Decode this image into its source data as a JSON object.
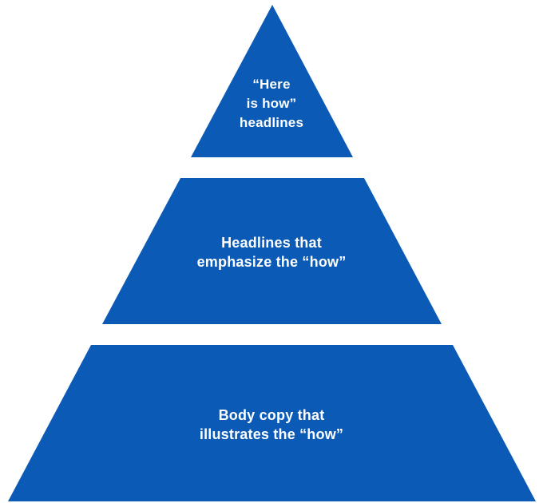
{
  "diagram": {
    "type": "pyramid",
    "tiers": [
      {
        "id": "top",
        "label": "“Here\nis how”\nheadlines"
      },
      {
        "id": "middle",
        "label": "Headlines that\nemphasize the “how”"
      },
      {
        "id": "bottom",
        "label": "Body copy that\nillustrates the “how”"
      }
    ],
    "colors": {
      "tier_fill": "#0B5AB5",
      "label_text": "#FFFFFF",
      "background": "#FFFFFF"
    }
  }
}
